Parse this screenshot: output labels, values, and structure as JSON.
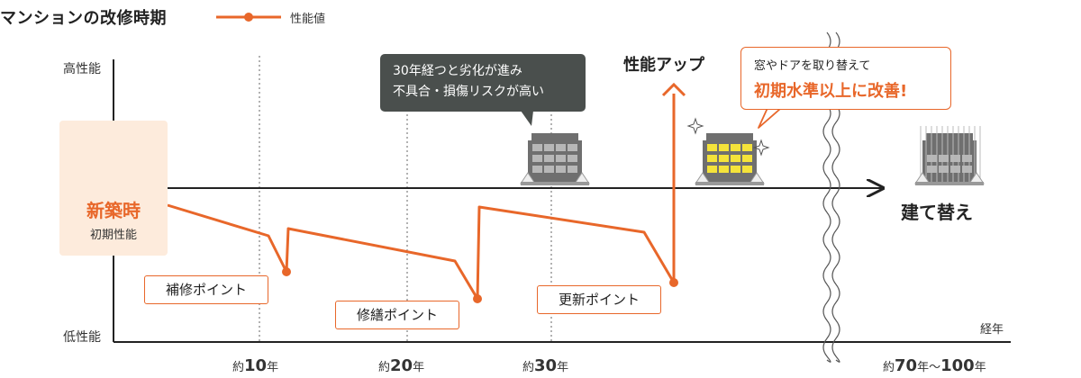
{
  "title": "マンションの改修時期",
  "legend": {
    "label": "性能値",
    "color": "#e8672a"
  },
  "y_axis": {
    "high": "高性能",
    "low": "低性能"
  },
  "x_axis": {
    "label": "経年",
    "ticks": [
      {
        "prefix": "約",
        "num": "10",
        "unit": "年"
      },
      {
        "prefix": "約",
        "num": "20",
        "unit": "年"
      },
      {
        "prefix": "約",
        "num": "30",
        "unit": "年"
      },
      {
        "prefix": "約",
        "num": "70",
        "unit": "年",
        "sep": "～",
        "num2": "100",
        "unit2": "年"
      }
    ]
  },
  "new_building": {
    "title": "新築時",
    "subtitle": "初期性能"
  },
  "points": {
    "repair": "補修ポイント",
    "renovation": "修繕ポイント",
    "upgrade": "更新ポイント"
  },
  "dark_callout": {
    "line1": "30年経つと劣化が進み",
    "line2": "不具合・損傷リスクが高い"
  },
  "orange_callout": {
    "line1": "窓やドアを取り替えて",
    "line2": "初期水準以上に改善!"
  },
  "up_label": "性能アップ",
  "rebuild_label": "建て替え",
  "colors": {
    "accent": "#e8672a",
    "axis": "#222222",
    "new_box": "#fdebdc",
    "dark_bubble": "#4a4f4d",
    "window_lit": "#f4e33a"
  }
}
